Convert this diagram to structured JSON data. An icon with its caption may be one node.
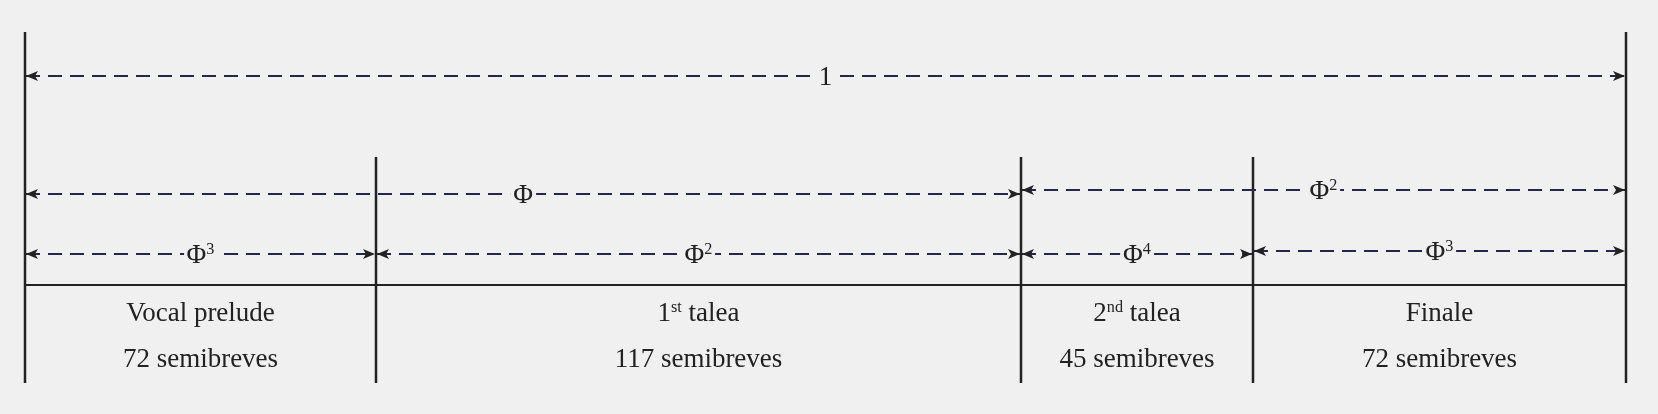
{
  "diagram": {
    "nodes": [
      {
        "text": [
          "Vocal prelude",
          "72 semibreves"
        ]
      },
      {
        "text": [
          "1$^{st}$ talea",
          "117 semibreves"
        ]
      },
      {
        "text": [
          "2$^{nd}$ talea",
          "45 semibreves"
        ]
      },
      {
        "text": [
          "Finale",
          "72 semibreves"
        ]
      }
    ],
    "labels": [
      "1",
      "Φ",
      "Φ$^{2}$",
      "Φ$^{3}$",
      "Φ$^{2}$",
      "Φ$^{4}$",
      "Φ$^{3}$"
    ]
  }
}
